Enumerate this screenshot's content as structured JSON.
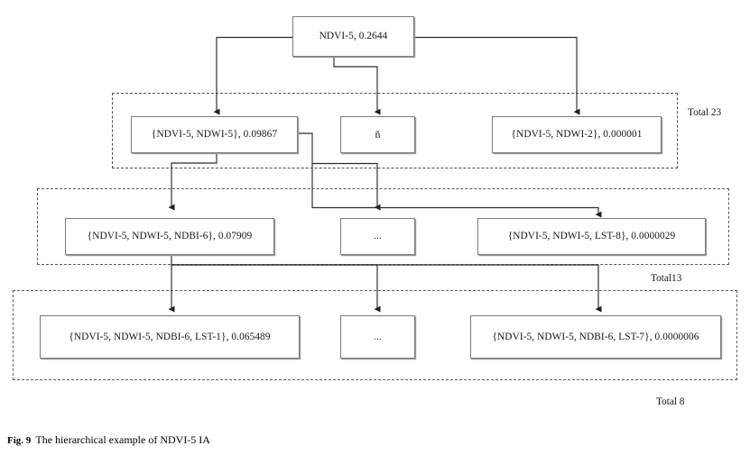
{
  "figure": {
    "number": "Fig. 9",
    "caption": "The hierarchical example of NDVI-5 IA"
  },
  "diagram": {
    "type": "hierarchical-tree",
    "levels": [
      {
        "level": 1,
        "group_label": "",
        "nodes": [
          {
            "id": "root",
            "label": "NDVI-5, 0.2644",
            "itemset": "NDVI-5",
            "value": "0.2644"
          }
        ]
      },
      {
        "level": 2,
        "group_label": "Total 23",
        "nodes": [
          {
            "id": "l2n1",
            "label": "{NDVI-5, NDWI-5}, 0.09867",
            "itemset": "{NDVI-5, NDWI-5}",
            "value": "0.09867"
          },
          {
            "id": "l2n2",
            "label": "ň",
            "itemset": "ň",
            "value": ""
          },
          {
            "id": "l2n3",
            "label": "{NDVI-5, NDWI-2}, 0.000001",
            "itemset": "{NDVI-5, NDWI-2}",
            "value": "0.000001"
          }
        ]
      },
      {
        "level": 3,
        "group_label": "Total13",
        "nodes": [
          {
            "id": "l3n1",
            "label": "{NDVI-5, NDWI-5, NDBI-6}, 0.07909",
            "itemset": "{NDVI-5, NDWI-5, NDBI-6}",
            "value": "0.07909"
          },
          {
            "id": "l3n2",
            "label": "...",
            "itemset": "...",
            "value": ""
          },
          {
            "id": "l3n3",
            "label": "{NDVI-5, NDWI-5, LST-8}, 0.0000029",
            "itemset": "{NDVI-5, NDWI-5, LST-8}",
            "value": "0.0000029"
          }
        ]
      },
      {
        "level": 4,
        "group_label": "Total 8",
        "nodes": [
          {
            "id": "l4n1",
            "label": "{NDVI-5, NDWI-5, NDBI-6, LST-1}, 0.065489",
            "itemset": "{NDVI-5, NDWI-5, NDBI-6, LST-1}",
            "value": "0.065489"
          },
          {
            "id": "l4n2",
            "label": "...",
            "itemset": "...",
            "value": ""
          },
          {
            "id": "l4n3",
            "label": "{NDVI-5, NDWI-5, NDBI-6, LST-7}, 0.0000006",
            "itemset": "{NDVI-5, NDWI-5, NDBI-6, LST-7}",
            "value": "0.0000006"
          }
        ]
      }
    ],
    "totals": {
      "level2": "Total 23",
      "level3": "Total13",
      "level4": "Total 8"
    },
    "colors": {
      "box_border": "#7b7b7b",
      "box_shadow": "#9a9a9a",
      "connector": "#2b2b2b",
      "group_border": "#4d4d4d",
      "background": "#ffffff",
      "text": "#161616"
    }
  }
}
